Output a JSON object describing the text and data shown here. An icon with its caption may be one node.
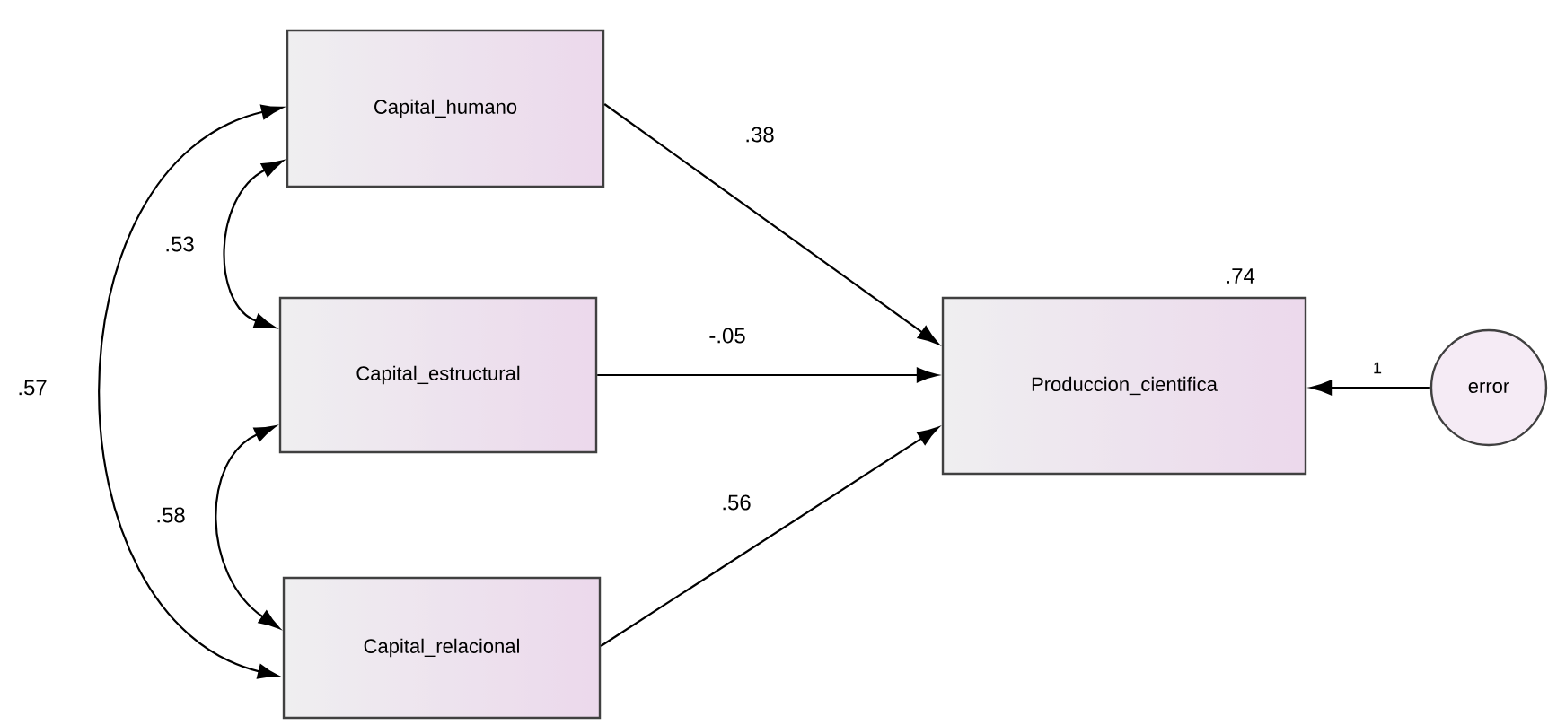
{
  "diagram": {
    "nodes": [
      {
        "text": [
          "Capital_humano"
        ]
      },
      {
        "text": [
          "Capital_estructural"
        ]
      },
      {
        "text": [
          "Capital_relacional"
        ]
      },
      {
        "text": [
          "Produccion_cientifica"
        ],
        "beside": [
          ".74"
        ]
      },
      {
        "text": [
          "error"
        ]
      }
    ],
    "edges": [
      {
        "from": 0,
        "to": 3,
        "arrow": "to",
        "label": ".38"
      },
      {
        "from": 1,
        "to": 3,
        "arrow": "to",
        "label": "-.05"
      },
      {
        "from": 2,
        "to": 3,
        "arrow": "to",
        "label": ".56"
      },
      {
        "from": 4,
        "to": 3,
        "arrow": "to",
        "label": "1"
      },
      {
        "from": 0,
        "to": 1,
        "arrow": "both",
        "label": ".53"
      },
      {
        "from": 1,
        "to": 2,
        "arrow": "both",
        "label": ".58"
      },
      {
        "from": 0,
        "to": 2,
        "arrow": "both",
        "label": ".57"
      }
    ]
  }
}
